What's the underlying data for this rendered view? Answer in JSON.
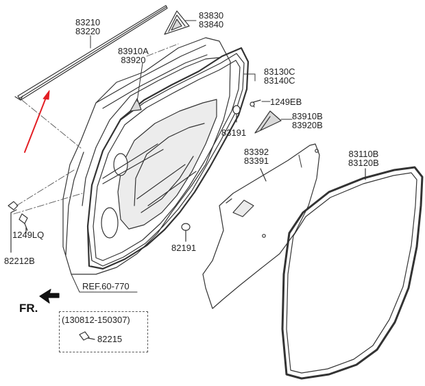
{
  "labels": {
    "weatherstrip_top": [
      "83210",
      "83220"
    ],
    "delta_top": [
      "83830",
      "83840"
    ],
    "delta_inner": [
      "83910A",
      "83920"
    ],
    "door_frame_seal": [
      "83130C",
      "83140C"
    ],
    "screw": "1249EB",
    "delta_lower": [
      "83910B",
      "83920B"
    ],
    "clip_center": "83191",
    "trim_cover": [
      "83392",
      "83391"
    ],
    "body_seal": [
      "83110B",
      "83120B"
    ],
    "bolt_left": "1249LQ",
    "clip_left": "82212B",
    "plug": "82191",
    "ref": "REF.60-770",
    "front": "FR.",
    "date_range": "(130812-150307)",
    "part_box": "82215"
  },
  "colors": {
    "line": "#333333",
    "arrow": "#e31e24",
    "fill_gray": "#d9d9d9"
  }
}
